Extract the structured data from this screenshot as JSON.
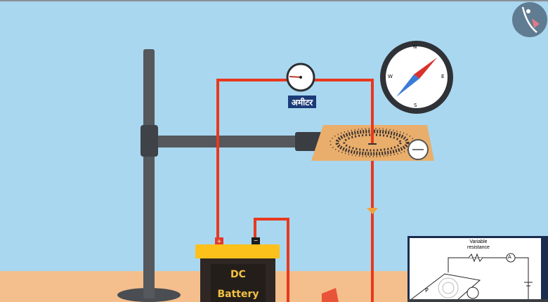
{
  "ammeter": {
    "label": "अमीटर"
  },
  "battery": {
    "line1": "DC",
    "line2": "Battery",
    "positive": "+",
    "negative": "−"
  },
  "compass": {
    "n": "N",
    "s": "S",
    "e": "E",
    "w": "W"
  },
  "inset": {
    "label": "Variable\nresistance",
    "label1": "Variable",
    "label2": "resistance",
    "ammeter": "A",
    "plate": "P"
  },
  "colors": {
    "sky": "#a9d7ef",
    "ground": "#f4bf8c",
    "wire": "#e8381e",
    "battery_top": "#fdc11c",
    "label_bg": "#1b3a78"
  }
}
